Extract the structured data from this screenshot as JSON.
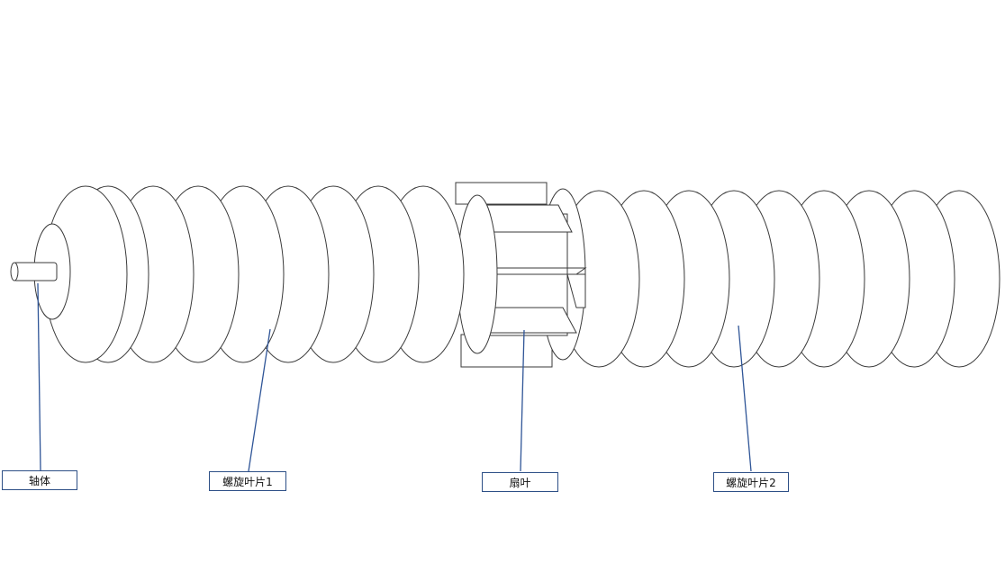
{
  "labels": {
    "shaft": "轴体",
    "spiral_blade_1": "螺旋叶片1",
    "fan_blade": "扇叶",
    "spiral_blade_2": "螺旋叶片2"
  },
  "colors": {
    "outline": "#3a3a3a",
    "leader": "#2f5597",
    "box_border": "#2d4f86"
  }
}
